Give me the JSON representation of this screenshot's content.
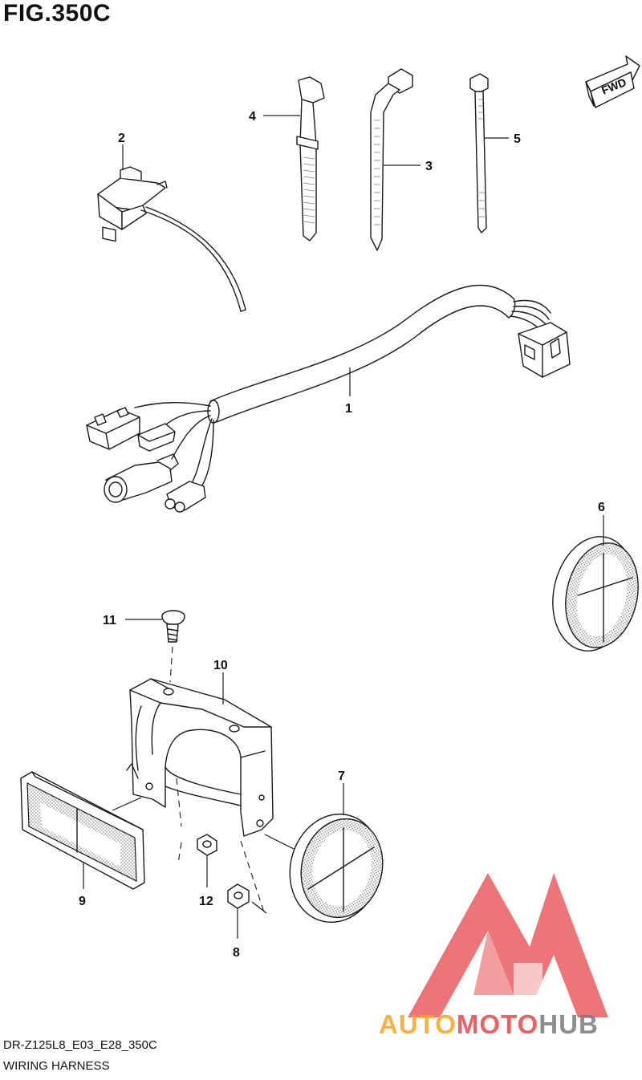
{
  "figure": {
    "title": "FIG.350C",
    "model_code": "DR-Z125L8_E03_E28_350C",
    "section_name": "WIRING HARNESS",
    "direction_tag": "FWD"
  },
  "callouts": {
    "c1": "1",
    "c2": "2",
    "c3": "3",
    "c4": "4",
    "c5": "5",
    "c6": "6",
    "c7": "7",
    "c8": "8",
    "c9": "9",
    "c10": "10",
    "c11": "11",
    "c12": "12"
  },
  "watermark": {
    "brand_part1": "AUTO",
    "brand_part2": "MOTO",
    "brand_part3": "HUB",
    "color_orange": "#f5a623",
    "color_red": "#e8474a",
    "color_gray": "#7a7a7a"
  }
}
